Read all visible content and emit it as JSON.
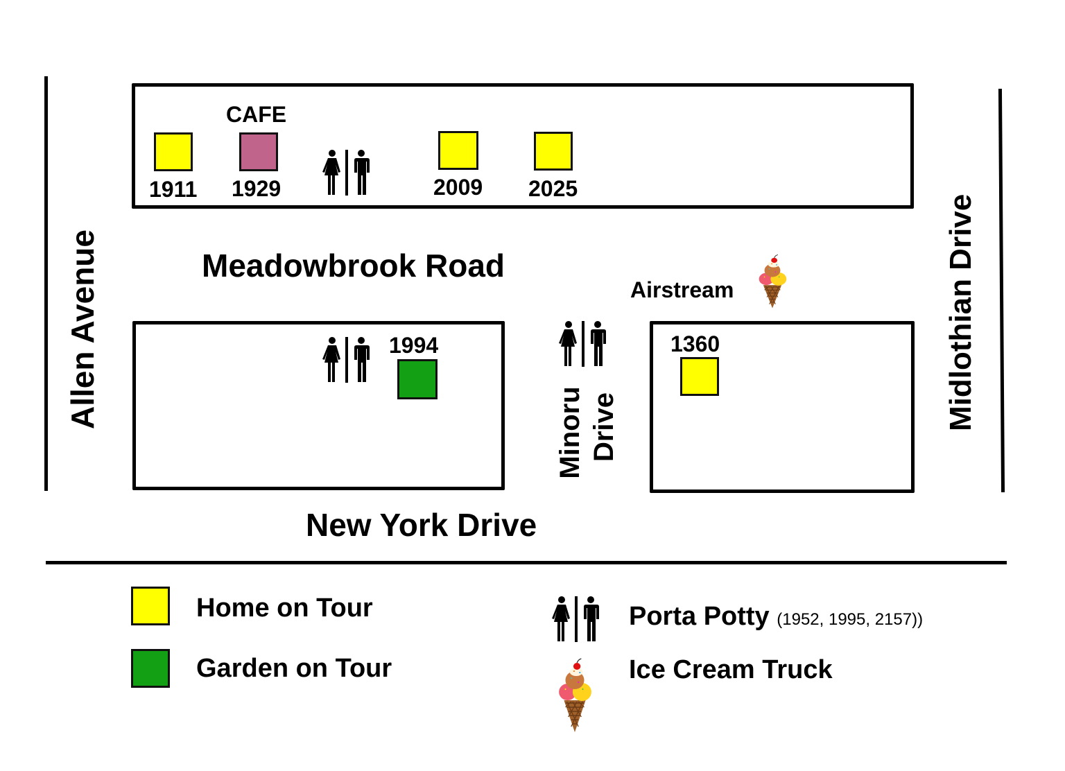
{
  "colors": {
    "home": "#ffff00",
    "garden": "#14a014",
    "cafe": "#c0648c",
    "line": "#000000"
  },
  "streets": {
    "allen": "Allen Avenue",
    "meadowbrook": "Meadowbrook Road",
    "midlothian": "Midlothian Drive",
    "minoru_line1": "Minoru",
    "minoru_line2": "Drive",
    "new_york": "New York Drive"
  },
  "top_block": {
    "cafe_label": "CAFE",
    "sites": [
      {
        "number": "1911",
        "type": "home"
      },
      {
        "number": "1929",
        "type": "cafe"
      },
      {
        "number": "2009",
        "type": "home"
      },
      {
        "number": "2025",
        "type": "home"
      }
    ]
  },
  "bottom_left_block": {
    "sites": [
      {
        "number": "1994",
        "type": "garden"
      }
    ]
  },
  "bottom_right_block": {
    "sites": [
      {
        "number": "1360",
        "type": "home"
      }
    ]
  },
  "airstream_label": "Airstream",
  "legend": {
    "home": "Home on Tour",
    "garden": "Garden on Tour",
    "porta_potty": "Porta Potty",
    "porta_potty_numbers": "(1952, 1995, 2157))",
    "ice_cream": "Ice Cream Truck"
  },
  "icons": {
    "restroom": "restroom-icon",
    "ice_cream": "ice-cream-cone-icon"
  }
}
